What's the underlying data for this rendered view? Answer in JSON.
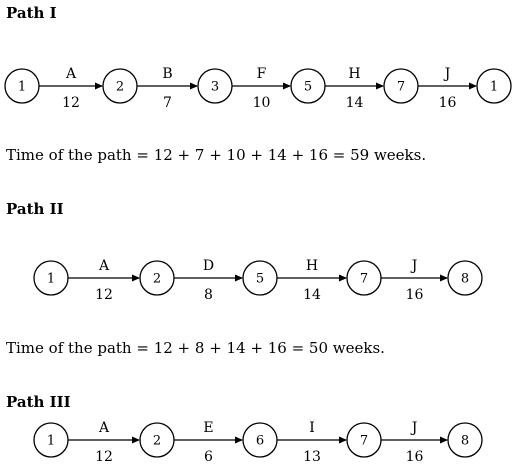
{
  "paths": [
    {
      "heading": "Path I",
      "nodes": [
        "1",
        "2",
        "3",
        "5",
        "7",
        "1"
      ],
      "activities": [
        {
          "label": "A",
          "duration": "12"
        },
        {
          "label": "B",
          "duration": "7"
        },
        {
          "label": "F",
          "duration": "10"
        },
        {
          "label": "H",
          "duration": "14"
        },
        {
          "label": "J",
          "duration": "16"
        }
      ],
      "sentence": "Time of  the path = 12 + 7 + 10 + 14  + 16 = 59 weeks."
    },
    {
      "heading": "Path II",
      "nodes": [
        "1",
        "2",
        "5",
        "7",
        "8"
      ],
      "activities": [
        {
          "label": "A",
          "duration": "12"
        },
        {
          "label": "D",
          "duration": "8"
        },
        {
          "label": "H",
          "duration": "14"
        },
        {
          "label": "J",
          "duration": "16"
        }
      ],
      "sentence": "Time of  the path = 12 + 8  + 14  + 16 = 50 weeks."
    },
    {
      "heading": "Path III",
      "nodes": [
        "1",
        "2",
        "6",
        "7",
        "8"
      ],
      "activities": [
        {
          "label": "A",
          "duration": "12"
        },
        {
          "label": "E",
          "duration": "6"
        },
        {
          "label": "I",
          "duration": "13"
        },
        {
          "label": "J",
          "duration": "16"
        }
      ]
    }
  ]
}
